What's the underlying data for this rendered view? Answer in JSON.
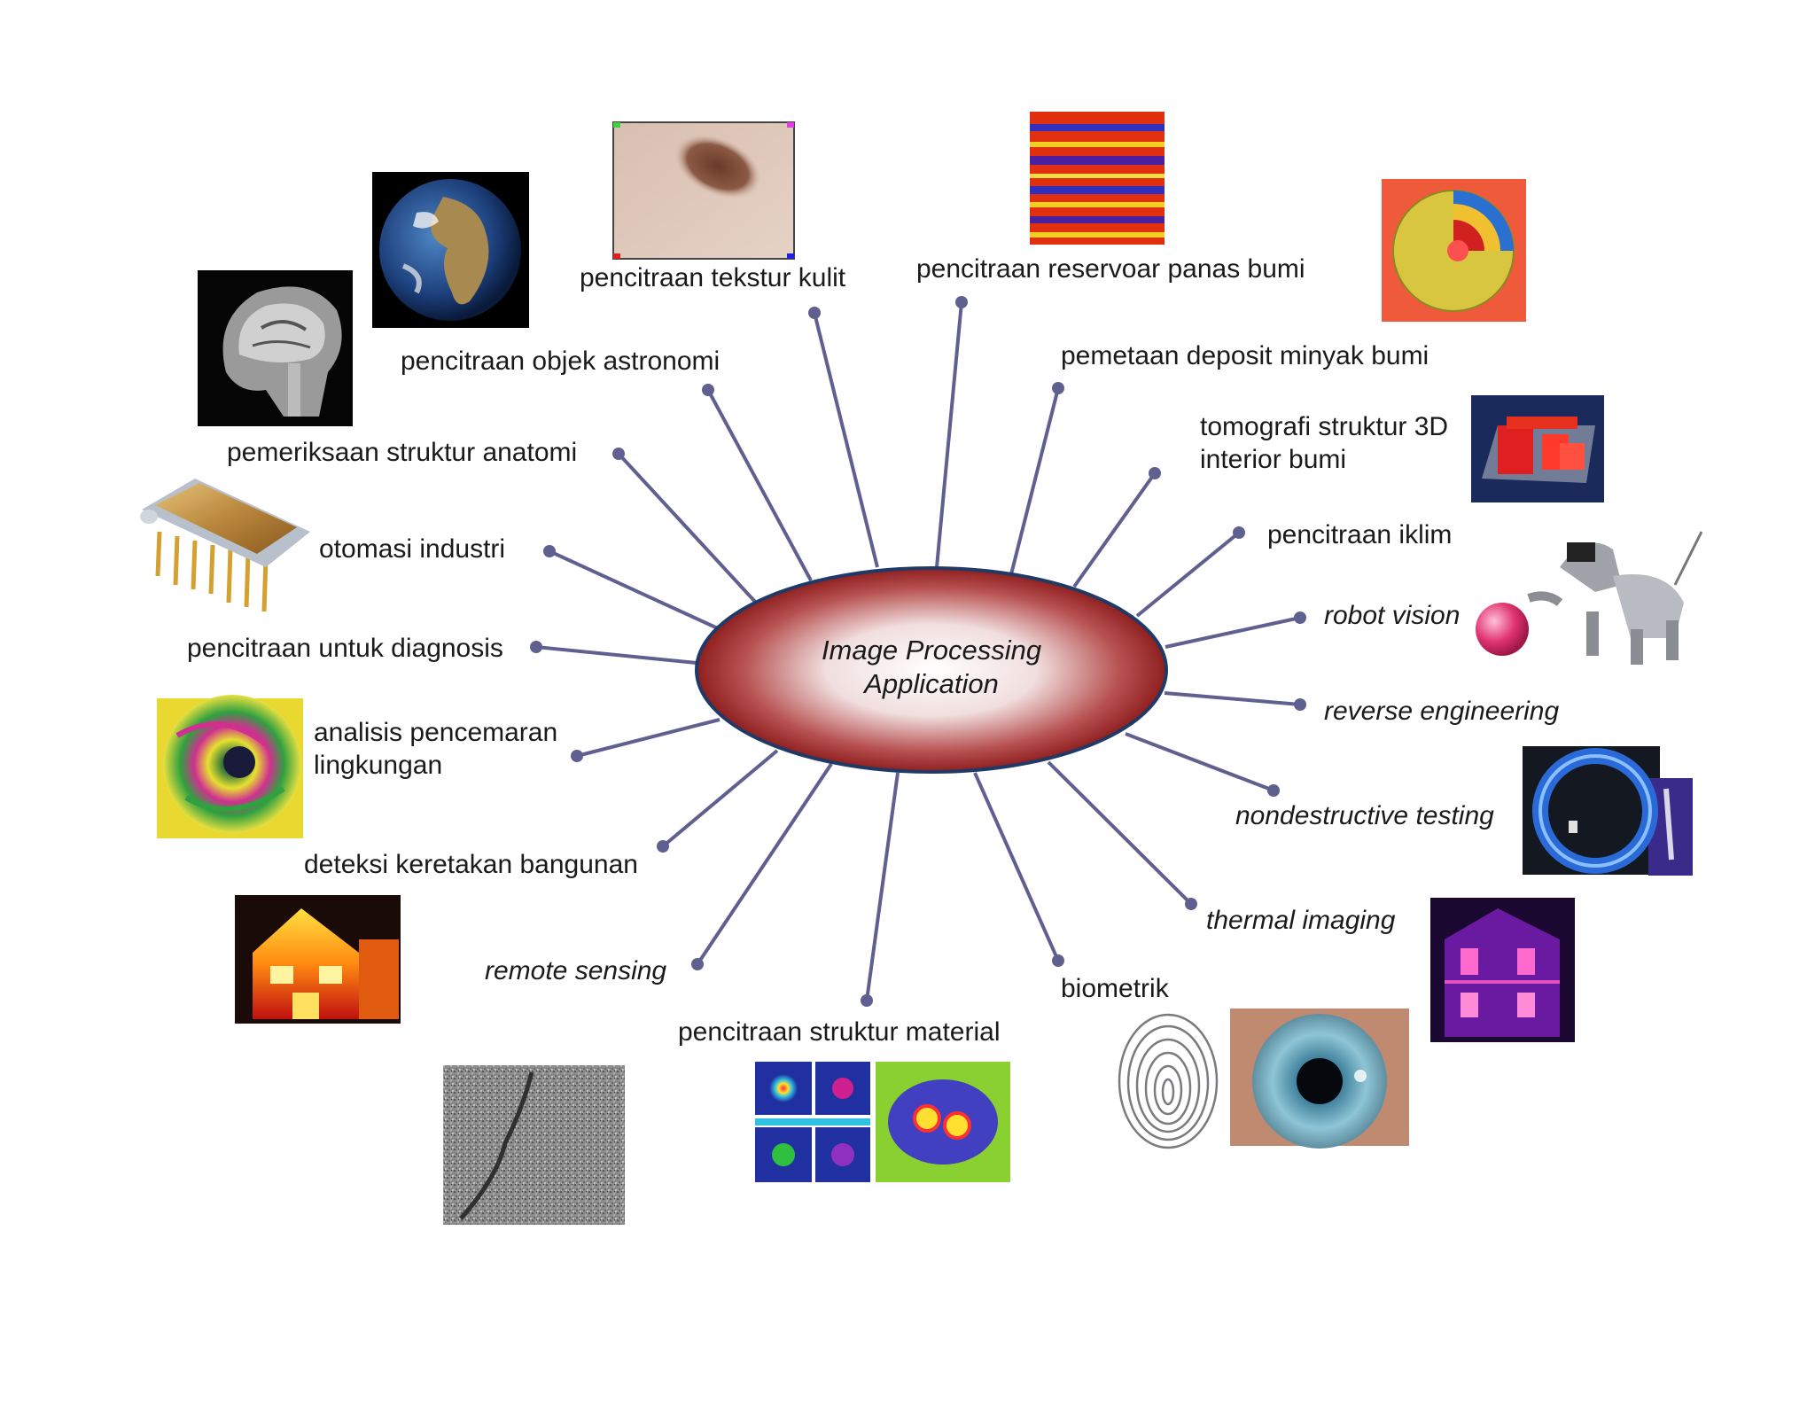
{
  "center": {
    "line1": "Image Processing",
    "line2": "Application"
  },
  "colors": {
    "spoke": "#5f5f90",
    "ellipse_outline": "#1f3a66",
    "ellipse_center": "#ffffff",
    "ellipse_edge": "#8f1f1f"
  },
  "labels": {
    "tekstur_kulit": "pencitraan tekstur kulit",
    "reservoar": "pencitraan reservoar panas bumi",
    "astronomi": "pencitraan objek astronomi",
    "minyak_bumi": "pemetaan deposit minyak bumi",
    "anatomi": "pemeriksaan struktur anatomi",
    "tomografi_1": "tomografi struktur 3D",
    "tomografi_2": "interior bumi",
    "iklim": "pencitraan iklim",
    "otomasi": "otomasi industri",
    "robot_vision": "robot vision",
    "diagnosis": "pencitraan untuk diagnosis",
    "reverse_engineering": "reverse engineering",
    "pencemaran_1": "analisis pencemaran",
    "pencemaran_2": "lingkungan",
    "nondestructive": "nondestructive testing",
    "keretakan": "deteksi keretakan bangunan",
    "thermal": "thermal imaging",
    "remote_sensing": "remote sensing",
    "biometrik": "biometrik",
    "struktur_material": "pencitraan struktur material"
  },
  "thumbnails": [
    {
      "id": "skin-texture-image",
      "topic": "pencitraan tekstur kulit"
    },
    {
      "id": "earth-globe-image",
      "topic": "pencitraan objek astronomi"
    },
    {
      "id": "brain-mri-image",
      "topic": "pemeriksaan struktur anatomi"
    },
    {
      "id": "seismic-reservoir-image",
      "topic": "pencitraan reservoar panas bumi"
    },
    {
      "id": "earth-cutaway-image",
      "topic": "pemetaan deposit minyak bumi"
    },
    {
      "id": "tomography-3d-image",
      "topic": "tomografi struktur 3D interior bumi"
    },
    {
      "id": "ic-chip-image",
      "topic": "otomasi industri"
    },
    {
      "id": "robot-dog-image",
      "topic": "robot vision"
    },
    {
      "id": "hurricane-satellite-image",
      "topic": "analisis pencemaran lingkungan"
    },
    {
      "id": "xray-ring-image",
      "topic": "nondestructive testing"
    },
    {
      "id": "thermal-house-left-image",
      "topic": "thermal imaging"
    },
    {
      "id": "thermal-house-right-image",
      "topic": "thermal imaging"
    },
    {
      "id": "crack-noise-image",
      "topic": "deteksi keretakan bangunan"
    },
    {
      "id": "material-heatmap-image",
      "topic": "pencitraan struktur material"
    },
    {
      "id": "fingerprint-image",
      "topic": "biometrik"
    },
    {
      "id": "eye-iris-image",
      "topic": "biometrik"
    }
  ]
}
